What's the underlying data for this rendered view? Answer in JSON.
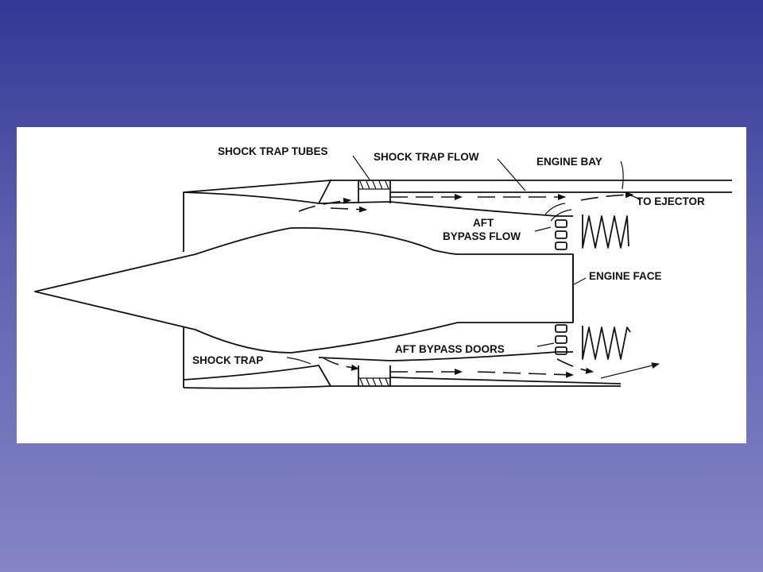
{
  "labels": {
    "shock_trap_tubes": "SHOCK TRAP TUBES",
    "shock_trap_flow": "SHOCK TRAP FLOW",
    "engine_bay": "ENGINE BAY",
    "to_ejector": "TO EJECTOR",
    "aft_line1": "AFT",
    "aft_line2": "BYPASS FLOW",
    "engine_face": "ENGINE FACE",
    "shock_trap": "SHOCK TRAP",
    "aft_bypass_doors": "AFT BYPASS DOORS"
  },
  "colors": {
    "background_top": "#343795",
    "background_bottom": "#8484c6",
    "panel": "#ffffff",
    "ink": "#111111"
  }
}
